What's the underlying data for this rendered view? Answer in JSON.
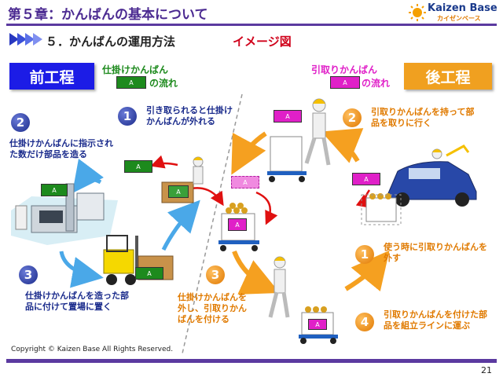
{
  "header": {
    "chapter_title": "第５章：かんばんの基本について",
    "logo_text": "Kaizen Base",
    "logo_sub": "カイゼンベース",
    "subtitle": "５．かんばんの運用方法",
    "subtitle_emphasis": "イメージ図"
  },
  "left": {
    "process_label": "前工程",
    "flow_title": "仕掛けかんばん",
    "flow_suffix": "の流れ",
    "card_letter": "A"
  },
  "right": {
    "process_label": "後工程",
    "flow_title": "引取りかんばん",
    "flow_suffix": "の流れ",
    "card_letter": "A"
  },
  "steps": {
    "left_1": {
      "num": "1",
      "text": "引き取られると仕掛けかんばんが外れる"
    },
    "left_2": {
      "num": "2",
      "text": "仕掛けかんばんに指示された数だけ部品を造る"
    },
    "left_3": {
      "num": "3",
      "text": "仕掛けかんばんを造った部品に付けて置場に置く"
    },
    "right_1": {
      "num": "1",
      "text": "使う時に引取りかんばんを外す"
    },
    "right_2": {
      "num": "2",
      "text": "引取りかんばんを持って部品を取りに行く"
    },
    "right_3": {
      "num": "3",
      "text": "仕掛けかんばんを外し、引取りかんばんを付ける"
    },
    "right_4": {
      "num": "4",
      "text": "引取りかんばんを付けた部品を組立ラインに運ぶ"
    }
  },
  "footer": {
    "copyright": "Copyright ©  Kaizen Base  All Rights Reserved.",
    "page_number": "21"
  },
  "colors": {
    "purple": "#5b3aa0",
    "blue_box": "#1c1ce6",
    "orange_box": "#f0a020",
    "green_card": "#1d8a1d",
    "magenta_card": "#e020c8",
    "blue_text": "#1a2b8c",
    "orange_text": "#e07a00"
  }
}
